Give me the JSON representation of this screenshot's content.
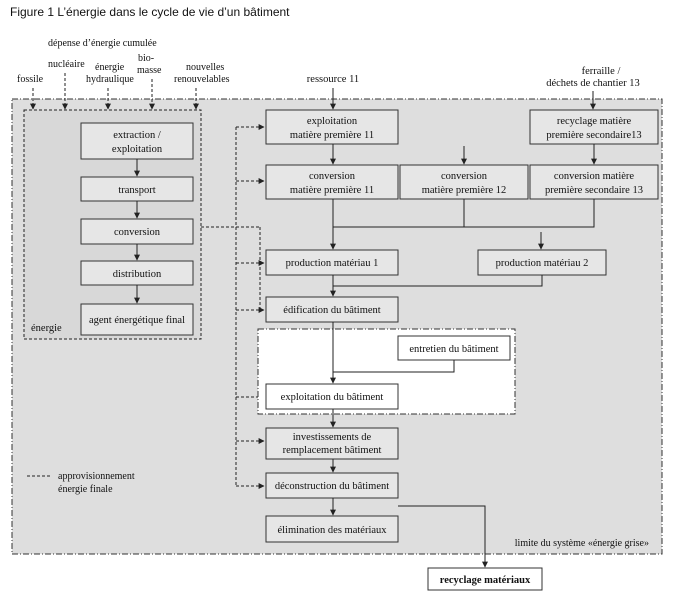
{
  "figure": {
    "title": "Figure 1    L’énergie dans le cycle de vie d’un bâtiment"
  },
  "energy_sources": {
    "header": "dépense d’énergie cumulée",
    "fossile": "fossile",
    "nucleaire": "nucléaire",
    "hydraulique_1": "énergie",
    "hydraulique_2": "hydraulique",
    "biomasse_1": "bio-",
    "biomasse_2": "masse",
    "renouvelables_1": "nouvelles",
    "renouvelables_2": "renouvelables"
  },
  "energy_chain": {
    "group_label": "énergie",
    "extraction_1": "extraction /",
    "extraction_2": "exploitation",
    "transport": "transport",
    "conversion": "conversion",
    "distribution": "distribution",
    "agent": "agent énergétique final"
  },
  "inputs": {
    "ressource": "ressource 11",
    "ferraille_1": "ferraille /",
    "ferraille_2": "déchets de chantier 13"
  },
  "material_flow": {
    "exploitation_1": "exploitation",
    "exploitation_2": "matière première 11",
    "recyclage_1": "recyclage matière",
    "recyclage_2": "première secondaire13",
    "conv11_1": "conversion",
    "conv11_2": "matière première 11",
    "conv12_1": "conversion",
    "conv12_2": "matière première 12",
    "conv13_1": "conversion matière",
    "conv13_2": "première secondaire 13",
    "prod1": "production matériau 1",
    "prod2": "production matériau 2",
    "edification": "édification du bâtiment",
    "entretien": "entretien du bâtiment",
    "exploitation_bat": "exploitation du bâtiment",
    "invest_1": "investissements de",
    "invest_2": "remplacement bâtiment",
    "deconstruction": "déconstruction du bâtiment",
    "elimination": "élimination des matériaux",
    "recyclage_materiaux": "recyclage matériaux"
  },
  "legend": {
    "line1": "approvisionnement",
    "line2": "énergie finale"
  },
  "system_boundary": "limite du système «énergie grise»"
}
